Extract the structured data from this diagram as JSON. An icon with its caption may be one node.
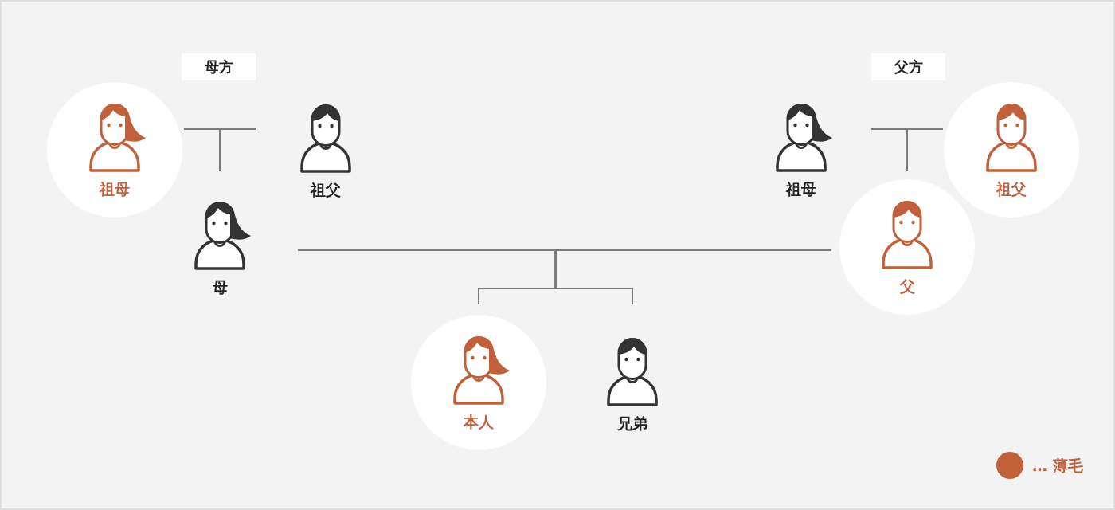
{
  "diagram": {
    "nodes": [
      {
        "text": [
          "母方"
        ]
      },
      {
        "text": [
          "父方"
        ]
      },
      {
        "text": [
          "祖母"
        ]
      },
      {
        "text": [
          "祖父"
        ]
      },
      {
        "text": [
          "祖母"
        ]
      },
      {
        "text": [
          "祖父"
        ]
      },
      {
        "text": [
          "母"
        ]
      },
      {
        "text": [
          "父"
        ]
      },
      {
        "text": [
          "本人"
        ]
      },
      {
        "text": [
          "兄弟"
        ]
      }
    ],
    "edges": [
      {
        "from": 2,
        "to": 6,
        "arrow": "none"
      },
      {
        "from": 3,
        "to": 6,
        "arrow": "none"
      },
      {
        "from": 4,
        "to": 7,
        "arrow": "none"
      },
      {
        "from": 5,
        "to": 7,
        "arrow": "none"
      },
      {
        "from": 6,
        "to": 8,
        "arrow": "none"
      },
      {
        "from": 7,
        "to": 8,
        "arrow": "none"
      },
      {
        "from": 6,
        "to": 9,
        "arrow": "none"
      },
      {
        "from": 7,
        "to": 9,
        "arrow": "none"
      }
    ],
    "legend": [
      {
        "text": "… 薄毛",
        "color": "#c0613b"
      }
    ]
  }
}
